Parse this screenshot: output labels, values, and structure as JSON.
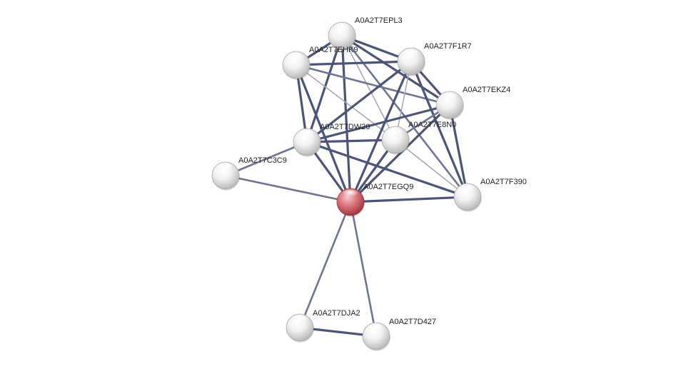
{
  "network": {
    "query_node": "A0A2T7EGQ9",
    "nodes": [
      {
        "id": "A0A2T7EPL3",
        "label": "A0A2T7EPL3",
        "query": false
      },
      {
        "id": "A0A2T7EHK9",
        "label": "A0A2T7EHK9",
        "query": false
      },
      {
        "id": "A0A2T7F1R7",
        "label": "A0A2T7F1R7",
        "query": false
      },
      {
        "id": "A0A2T7EKZ4",
        "label": "A0A2T7EKZ4",
        "query": false
      },
      {
        "id": "A0A2T7DW20",
        "label": "A0A2T7DW20",
        "query": false
      },
      {
        "id": "A0A2T7E8N0",
        "label": "A0A2T7E8N0",
        "query": false
      },
      {
        "id": "A0A2T7C3C9",
        "label": "A0A2T7C3C9",
        "query": false
      },
      {
        "id": "A0A2T7EGQ9",
        "label": "A0A2T7EGQ9",
        "query": true
      },
      {
        "id": "A0A2T7F390",
        "label": "A0A2T7F390",
        "query": false
      },
      {
        "id": "A0A2T7DJA2",
        "label": "A0A2T7DJA2",
        "query": false
      },
      {
        "id": "A0A2T7D427",
        "label": "A0A2T7D427",
        "query": false
      }
    ],
    "edges": [
      {
        "source": "A0A2T7EPL3",
        "target": "A0A2T7EHK9",
        "strength": "strong"
      },
      {
        "source": "A0A2T7EPL3",
        "target": "A0A2T7F1R7",
        "strength": "strong"
      },
      {
        "source": "A0A2T7EPL3",
        "target": "A0A2T7EKZ4",
        "strength": "strong"
      },
      {
        "source": "A0A2T7EPL3",
        "target": "A0A2T7DW20",
        "strength": "strong"
      },
      {
        "source": "A0A2T7EPL3",
        "target": "A0A2T7E8N0",
        "strength": "weak"
      },
      {
        "source": "A0A2T7EPL3",
        "target": "A0A2T7EGQ9",
        "strength": "strong"
      },
      {
        "source": "A0A2T7EPL3",
        "target": "A0A2T7F390",
        "strength": "medium"
      },
      {
        "source": "A0A2T7EHK9",
        "target": "A0A2T7F1R7",
        "strength": "strong"
      },
      {
        "source": "A0A2T7EHK9",
        "target": "A0A2T7EKZ4",
        "strength": "medium"
      },
      {
        "source": "A0A2T7EHK9",
        "target": "A0A2T7DW20",
        "strength": "strong"
      },
      {
        "source": "A0A2T7EHK9",
        "target": "A0A2T7E8N0",
        "strength": "weak"
      },
      {
        "source": "A0A2T7EHK9",
        "target": "A0A2T7EGQ9",
        "strength": "strong"
      },
      {
        "source": "A0A2T7F1R7",
        "target": "A0A2T7EKZ4",
        "strength": "strong"
      },
      {
        "source": "A0A2T7F1R7",
        "target": "A0A2T7DW20",
        "strength": "strong"
      },
      {
        "source": "A0A2T7F1R7",
        "target": "A0A2T7E8N0",
        "strength": "weak"
      },
      {
        "source": "A0A2T7F1R7",
        "target": "A0A2T7EGQ9",
        "strength": "strong"
      },
      {
        "source": "A0A2T7F1R7",
        "target": "A0A2T7F390",
        "strength": "strong"
      },
      {
        "source": "A0A2T7EKZ4",
        "target": "A0A2T7DW20",
        "strength": "strong"
      },
      {
        "source": "A0A2T7EKZ4",
        "target": "A0A2T7E8N0",
        "strength": "medium"
      },
      {
        "source": "A0A2T7EKZ4",
        "target": "A0A2T7EGQ9",
        "strength": "strong"
      },
      {
        "source": "A0A2T7EKZ4",
        "target": "A0A2T7F390",
        "strength": "strong"
      },
      {
        "source": "A0A2T7DW20",
        "target": "A0A2T7E8N0",
        "strength": "strong"
      },
      {
        "source": "A0A2T7DW20",
        "target": "A0A2T7EGQ9",
        "strength": "strong"
      },
      {
        "source": "A0A2T7DW20",
        "target": "A0A2T7F390",
        "strength": "strong"
      },
      {
        "source": "A0A2T7DW20",
        "target": "A0A2T7C3C9",
        "strength": "medium"
      },
      {
        "source": "A0A2T7E8N0",
        "target": "A0A2T7EGQ9",
        "strength": "strong"
      },
      {
        "source": "A0A2T7E8N0",
        "target": "A0A2T7F390",
        "strength": "weak"
      },
      {
        "source": "A0A2T7C3C9",
        "target": "A0A2T7EGQ9",
        "strength": "medium"
      },
      {
        "source": "A0A2T7EGQ9",
        "target": "A0A2T7F390",
        "strength": "strong"
      },
      {
        "source": "A0A2T7EGQ9",
        "target": "A0A2T7DJA2",
        "strength": "medium"
      },
      {
        "source": "A0A2T7EGQ9",
        "target": "A0A2T7D427",
        "strength": "medium"
      },
      {
        "source": "A0A2T7DJA2",
        "target": "A0A2T7D427",
        "strength": "strong"
      }
    ],
    "colors": {
      "edge_strong": "#4a5578",
      "edge_medium": "#6d7592",
      "edge_weak": "#a4a9bd",
      "node_default": "#e6e6e6",
      "node_query": "#d9666e",
      "label": "#222222",
      "background": "#ffffff"
    }
  }
}
